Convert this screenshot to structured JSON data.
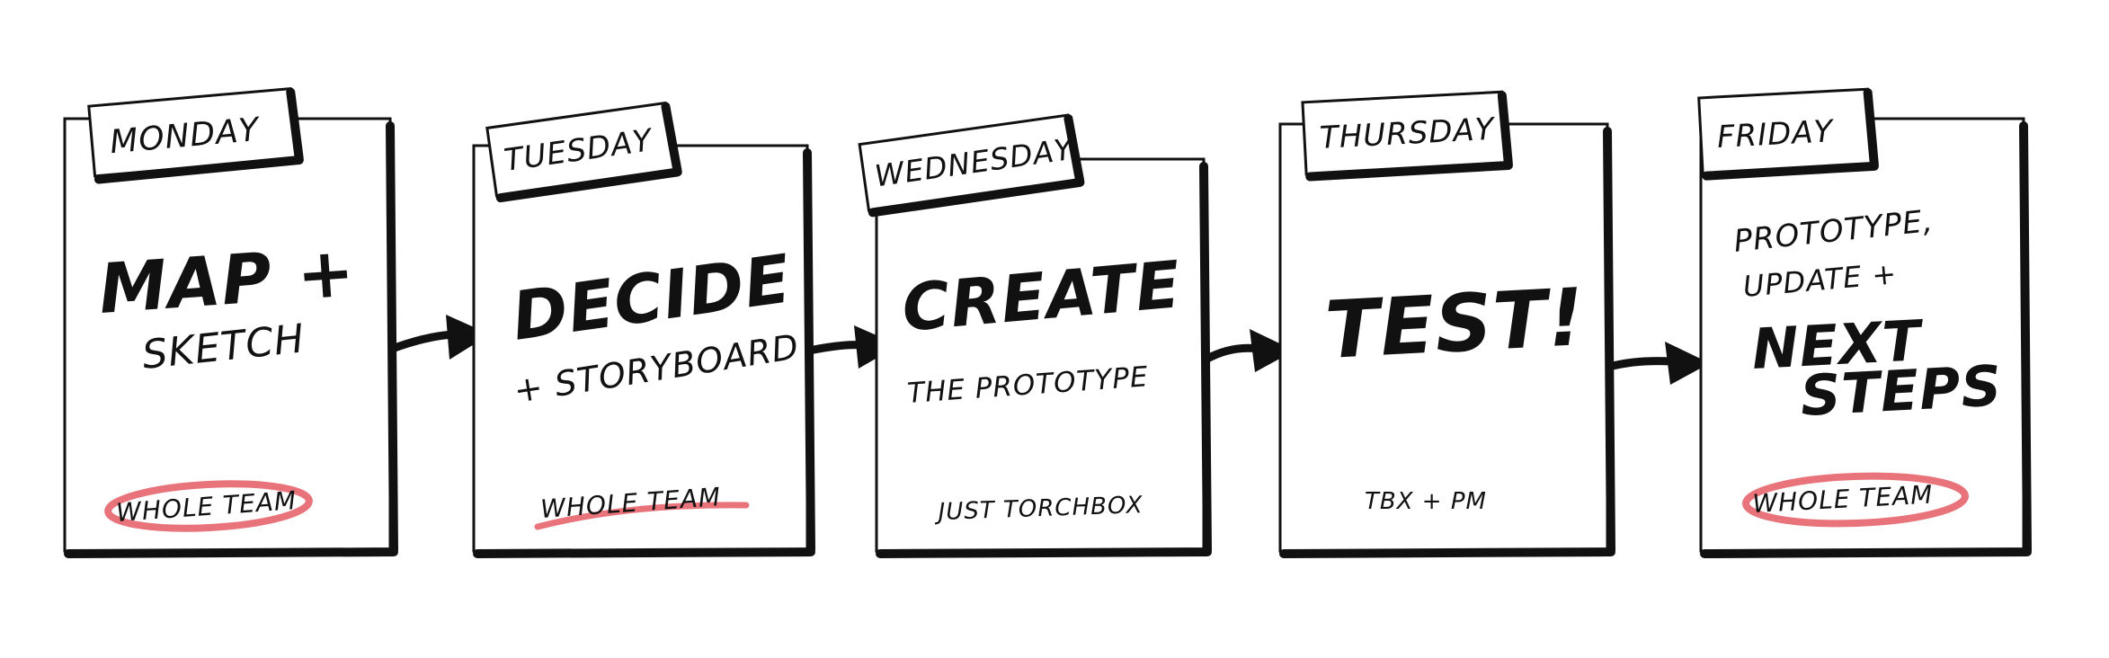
{
  "colors": {
    "ink": "#111111",
    "highlight": "#e8737a"
  },
  "days": [
    {
      "tab": "MONDAY",
      "lines": [
        "MAP +",
        "SKETCH"
      ],
      "who": "WHOLE TEAM",
      "who_mark": "circle"
    },
    {
      "tab": "TUESDAY",
      "lines": [
        "DECIDE",
        "+ STORYBOARD"
      ],
      "who": "WHOLE TEAM",
      "who_mark": "underline"
    },
    {
      "tab": "WEDNESDAY",
      "lines": [
        "CREATE",
        "THE PROTOTYPE"
      ],
      "who": "JUST TORCHBOX",
      "who_mark": "none"
    },
    {
      "tab": "THURSDAY",
      "lines": [
        "TEST!"
      ],
      "who": "TBX + PM",
      "who_mark": "none"
    },
    {
      "tab": "FRIDAY",
      "lines": [
        "PROTOTYPE,",
        "UPDATE +",
        "NEXT",
        "STEPS"
      ],
      "who": "WHOLE TEAM",
      "who_mark": "circle"
    }
  ],
  "connectors": [
    "arrow-right",
    "arrow-right",
    "arrow-right",
    "arrow-right"
  ]
}
